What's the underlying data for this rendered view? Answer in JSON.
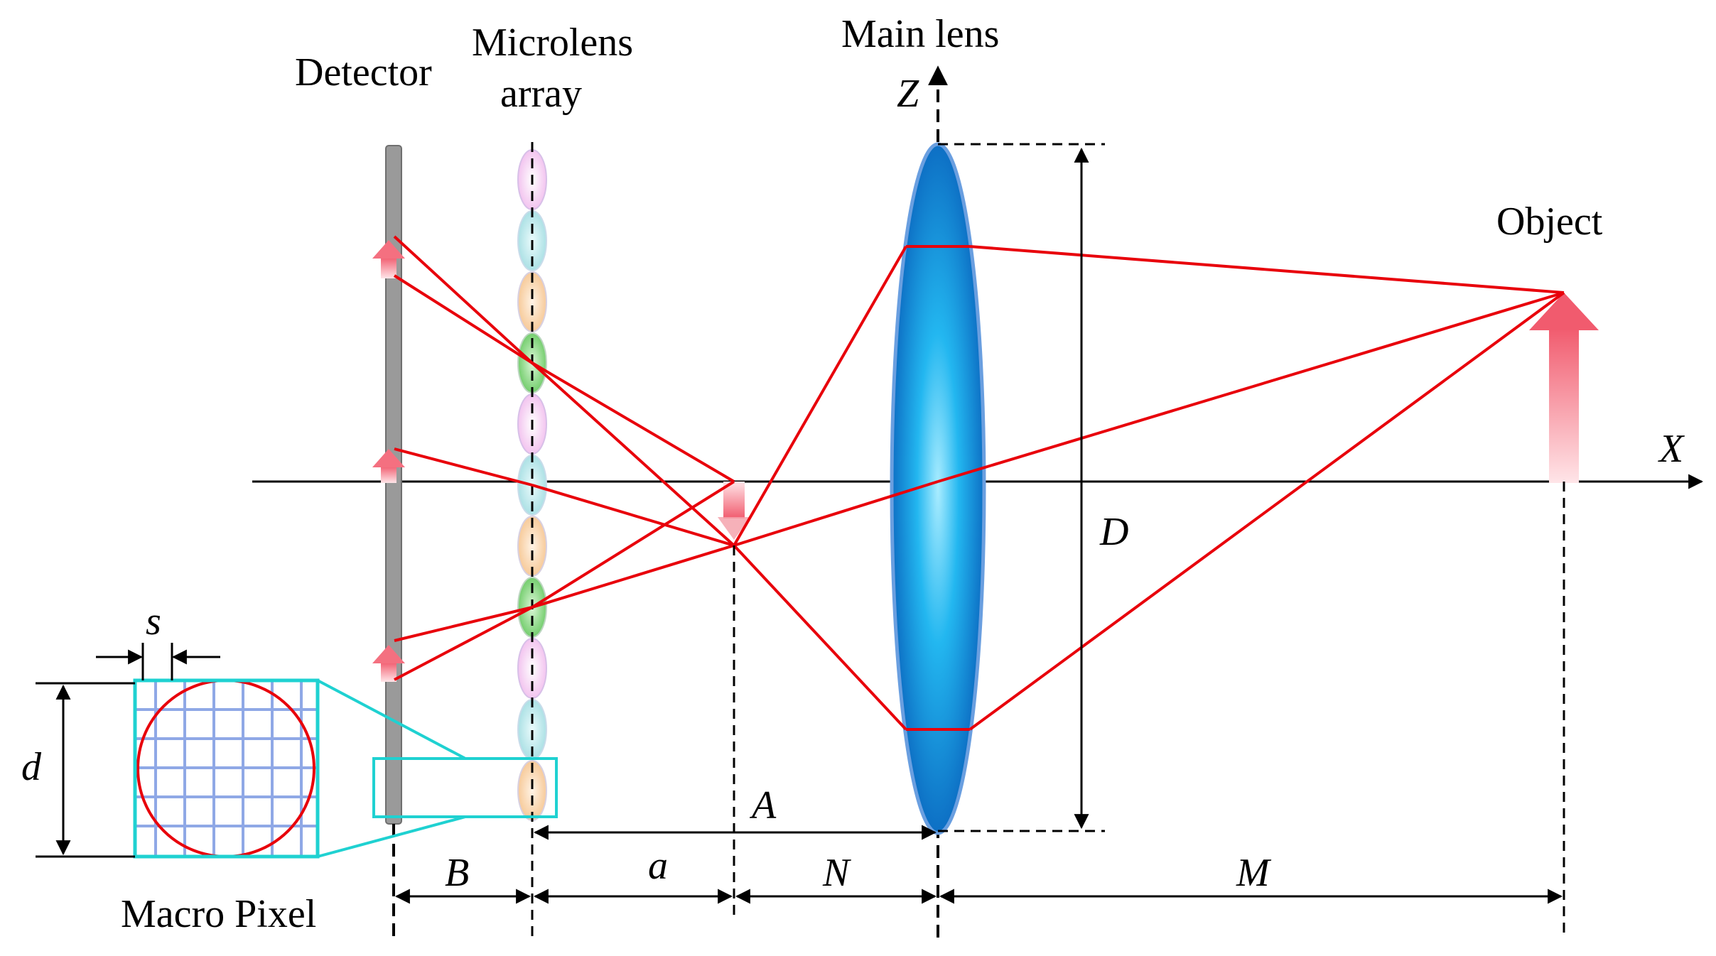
{
  "labels": {
    "detector": "Detector",
    "microlens_line1": "Microlens",
    "microlens_line2": "array",
    "main_lens": "Main lens",
    "object": "Object",
    "macro_pixel": "Macro Pixel"
  },
  "axes": {
    "x": "X",
    "z": "Z"
  },
  "dimensions": {
    "s": "s",
    "d": "d",
    "D": "D",
    "A": "A",
    "B": "B",
    "a": "a",
    "N": "N",
    "M": "M"
  },
  "colors": {
    "ray": "#e8000b",
    "arrow": "#f26b7a",
    "lens": "#1aa3e8",
    "zoom_box": "#1fd1d1",
    "grid": "#8fa8e6",
    "detector": "#9a9a9a"
  },
  "microlens_colors": [
    "#f3c6f0",
    "#b3e3e6",
    "#f7cfa4",
    "#7fd67a"
  ]
}
